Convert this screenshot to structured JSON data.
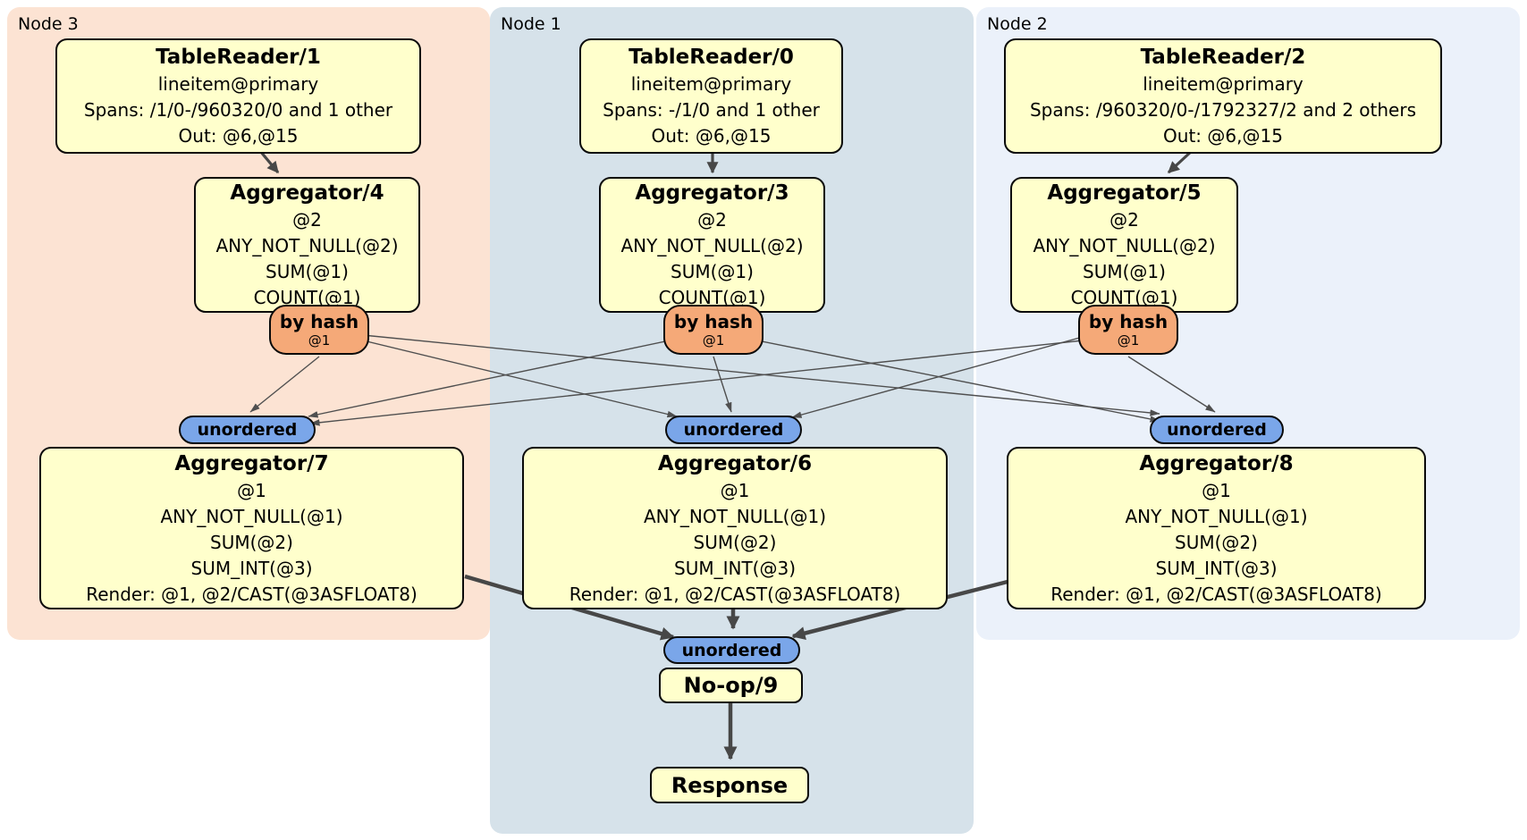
{
  "regions": [
    {
      "label": "Node 3",
      "color": "#fce3d3"
    },
    {
      "label": "Node 1",
      "color": "#d6e2ea"
    },
    {
      "label": "Node 2",
      "color": "#ebf1fa"
    }
  ],
  "processors": {
    "tr1": {
      "title": "TableReader/1",
      "lines": [
        "lineitem@primary",
        "Spans: /1/0-/960320/0 and 1 other",
        "Out: @6,@15"
      ]
    },
    "tr0": {
      "title": "TableReader/0",
      "lines": [
        "lineitem@primary",
        "Spans: -/1/0 and 1 other",
        "Out: @6,@15"
      ]
    },
    "tr2": {
      "title": "TableReader/2",
      "lines": [
        "lineitem@primary",
        "Spans: /960320/0-/1792327/2 and 2 others",
        "Out: @6,@15"
      ]
    },
    "agg4": {
      "title": "Aggregator/4",
      "lines": [
        "@2",
        "ANY_NOT_NULL(@2)",
        "SUM(@1)",
        "COUNT(@1)"
      ]
    },
    "agg3": {
      "title": "Aggregator/3",
      "lines": [
        "@2",
        "ANY_NOT_NULL(@2)",
        "SUM(@1)",
        "COUNT(@1)"
      ]
    },
    "agg5": {
      "title": "Aggregator/5",
      "lines": [
        "@2",
        "ANY_NOT_NULL(@2)",
        "SUM(@1)",
        "COUNT(@1)"
      ]
    },
    "agg7": {
      "title": "Aggregator/7",
      "lines": [
        "@1",
        "ANY_NOT_NULL(@1)",
        "SUM(@2)",
        "SUM_INT(@3)",
        "Render: @1, @2/CAST(@3ASFLOAT8)"
      ]
    },
    "agg6": {
      "title": "Aggregator/6",
      "lines": [
        "@1",
        "ANY_NOT_NULL(@1)",
        "SUM(@2)",
        "SUM_INT(@3)",
        "Render: @1, @2/CAST(@3ASFLOAT8)"
      ]
    },
    "agg8": {
      "title": "Aggregator/8",
      "lines": [
        "@1",
        "ANY_NOT_NULL(@1)",
        "SUM(@2)",
        "SUM_INT(@3)",
        "Render: @1, @2/CAST(@3ASFLOAT8)"
      ]
    },
    "noop": {
      "title": "No-op/9"
    },
    "response": {
      "title": "Response"
    }
  },
  "router": {
    "label": "by hash",
    "sub": "@1"
  },
  "sync": {
    "label": "unordered"
  },
  "colors": {
    "processor_box": "#ffffcc",
    "router_pill": "#f5a978",
    "sync_pill": "#7aa6e9",
    "edge": "#4f4f4f"
  }
}
